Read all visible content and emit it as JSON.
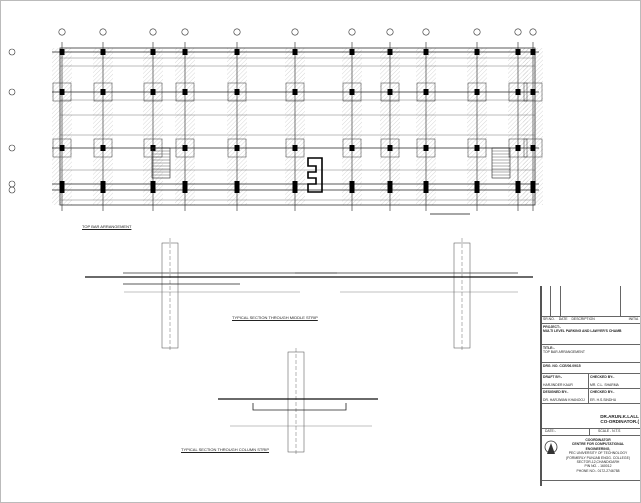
{
  "drawing": {
    "plan_label": "TOP BAR ARRANGEMENT",
    "middle_strip_label": "TYPICAL SECTION THROUGH MIDDLE STRIP",
    "column_strip_label": "TYPICAL SECTION THROUGH COLUMN STRIP"
  },
  "title_block": {
    "rev_headers": [
      "SR.NO.",
      "DATE",
      "DESCRIPTION",
      "INITIA"
    ],
    "project_label": "PROJECT:-",
    "project": "MULTI LEVEL PARKING AND LAWYER'S CHAMB",
    "title_label": "TITLE:-",
    "title": "TOP BAR ARRANGEMENT",
    "drg_no": "DRG. NO. CCE/06.09/15",
    "draft_by_label": "DRAFT BY:-",
    "draft_by": "HARJINDER KAUR",
    "checked_by_label": "CHECKED BY:-",
    "checked_by_1": "MR. C.L. SHARMA",
    "designed_by_label": "DESIGNED BY:-",
    "designed_by": "DR. HARJIWAN KHANOOJ",
    "checked_by_2": "ER. H.S.SINDHU",
    "coordinator_name": "DR.ARUN.K.LALL",
    "coordinator_title": "CO-ORDINATOR.(",
    "date_label": "DATE:-",
    "scale": "SCALE - N.T.S",
    "org": [
      "COORDINATOR",
      "CENTRE FOR COMPUTATIONAL",
      "ENGINEERING,",
      "PEC UNIVERSITY OF TECHNOLOGY",
      "(FORMERLY PUNJAB ENGG. COLLEGE)",
      "SECTOR-12,CHANDIGARH",
      "PIN NO. - 160012",
      "PHONE NO:- 0172-2746788"
    ]
  }
}
